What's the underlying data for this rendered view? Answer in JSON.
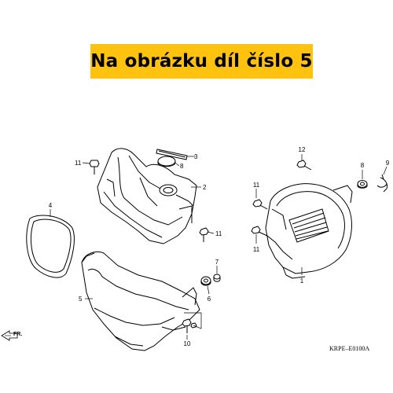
{
  "banner": {
    "text": "Na obrázku díl číslo 5",
    "background": "#ffc20e",
    "color": "#000000"
  },
  "callouts": [
    {
      "number": "1"
    },
    {
      "number": "2"
    },
    {
      "number": "3"
    },
    {
      "number": "4"
    },
    {
      "number": "5"
    },
    {
      "number": "6"
    },
    {
      "number": "7"
    },
    {
      "number": "8"
    },
    {
      "number": "9"
    },
    {
      "number": "10"
    },
    {
      "number": "11"
    },
    {
      "number": "12"
    }
  ],
  "direction_marker": {
    "text": "FR.",
    "icon": "front-arrow-icon"
  },
  "drawing_code": "KRPE–E0100A"
}
